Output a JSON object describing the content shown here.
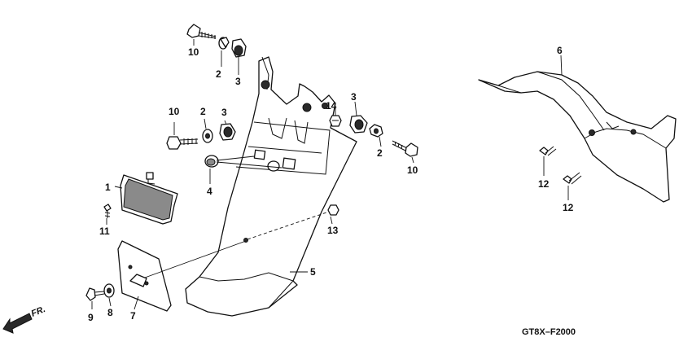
{
  "diagram_code": "GT8X–F2000",
  "direction_label": "FR.",
  "callouts": {
    "c1": "1",
    "c2a": "2",
    "c2b": "2",
    "c2c": "2",
    "c3a": "3",
    "c3b": "3",
    "c3c": "3",
    "c4": "4",
    "c5": "5",
    "c6": "6",
    "c7": "7",
    "c8": "8",
    "c9": "9",
    "c10a": "10",
    "c10b": "10",
    "c10c": "10",
    "c11": "11",
    "c12a": "12",
    "c12b": "12",
    "c13": "13",
    "c14": "14"
  }
}
